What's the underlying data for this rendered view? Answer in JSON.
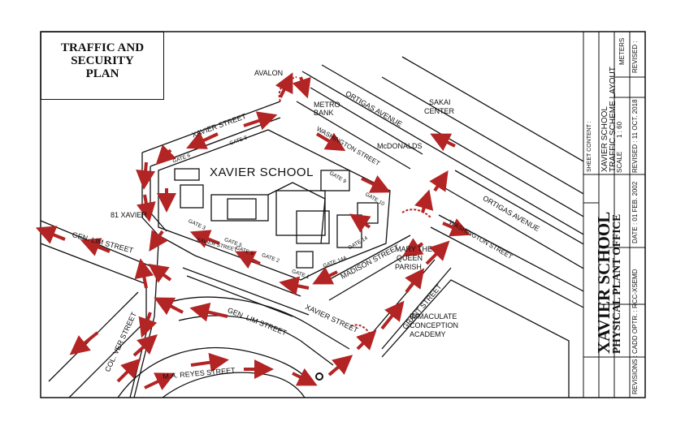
{
  "title": {
    "line1": "TRAFFIC AND",
    "line2": "SECURITY",
    "line3": "PLAN"
  },
  "map": {
    "school_name": "XAVIER SCHOOL",
    "places": {
      "avalon": "AVALON",
      "metro_bank_1": "METRO",
      "metro_bank_2": "BANK",
      "sakai_1": "SAKAI",
      "sakai_2": "CENTER",
      "mcdonalds": "McDONALDS",
      "xavier81": "81 XAVIER",
      "mary_1": "MARY THE",
      "mary_2": "QUEEN",
      "mary_3": "PARISH",
      "ica_1": "IMMACULATE",
      "ica_2": "CONCEPTION",
      "ica_3": "ACADEMY"
    },
    "streets": {
      "ortigas_top": "ORTIGAS AVENUE",
      "ortigas_right": "ORTIGAS AVENUE",
      "xavier_top": "XAVIER STREET",
      "washington_top": "WASHINGTON STREET",
      "washington_right": "WASHINGTON STREET",
      "gen_lim_left": "GEN. LIM STREET",
      "xavier_mid": "XAVIER STREET",
      "madison": "MADISON STREET",
      "gen_lim_bottom": "GEN. LIM STREET",
      "xavier_bottom": "XAVIER STREET",
      "grant": "GRANT STREET",
      "col_ver": "COL. VER STREET",
      "ma_reyes": "M.A. REYES STREET"
    },
    "gates": {
      "g6": "GATE 6",
      "g8": "GATE 8",
      "g9": "GATE 9",
      "g10": "GATE 10",
      "g3": "GATE 3",
      "g5": "GATE 5",
      "g2": "GATE 2",
      "g9b": "GATE 9",
      "g1": "GATE 1",
      "g14a": "GATE 14A",
      "g14": "GATE 14"
    }
  },
  "title_block": {
    "sheet_content_label": "SHEET CONTENT :",
    "sheet_content_1": "XAVIER SCHOOL",
    "sheet_content_2": "TRAFFIC SCHEME LAYOUT",
    "meters": "METERS",
    "scale_label": "SCALE",
    "scale_value": "1 : 60",
    "revised_label": "REVISED :",
    "revised_value": "REVISED : 11 OCT. 2018",
    "school_big": "XAVIER SCHOOL",
    "office": "PHYSICAL PLANT OFFICE",
    "date": "DATE : 01 FEB. 2002",
    "cadd": "CADD OPTR. : RCC-XSEMD",
    "revisions": "REVISIONS :"
  },
  "colors": {
    "arrow": "#b32424",
    "line": "#111111"
  }
}
